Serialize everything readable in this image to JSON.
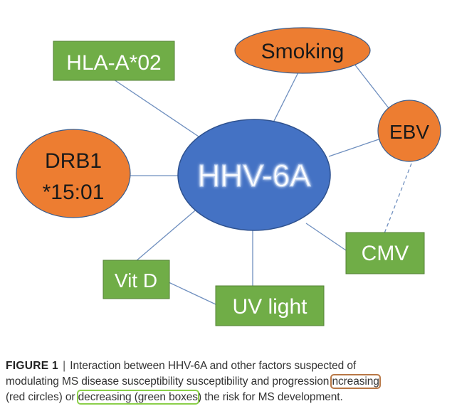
{
  "diagram": {
    "center": {
      "label": "HHV-6A"
    },
    "nodes": [
      {
        "id": "hla",
        "label": "HLA-A*02",
        "shape": "box",
        "group": "decreasing"
      },
      {
        "id": "smoking",
        "label": "Smoking",
        "shape": "ellipse",
        "group": "increasing"
      },
      {
        "id": "ebv",
        "label": "EBV",
        "shape": "circle",
        "group": "increasing"
      },
      {
        "id": "drb1",
        "label_line1": "DRB1",
        "label_line2": "*15:01",
        "shape": "ellipse",
        "group": "increasing"
      },
      {
        "id": "cmv",
        "label": "CMV",
        "shape": "box",
        "group": "decreasing"
      },
      {
        "id": "vitd",
        "label": "Vit D",
        "shape": "box",
        "group": "decreasing"
      },
      {
        "id": "uv",
        "label": "UV light",
        "shape": "box",
        "group": "decreasing"
      }
    ],
    "colors": {
      "increasing": "#ed7d31",
      "decreasing": "#70ad47",
      "center": "#4472c4",
      "center_glow": "#bcd0f0",
      "connector": "#6f8fbf",
      "outline": "#3b5e8e"
    }
  },
  "caption": {
    "figure_label": "FIGURE 1",
    "separator": "|",
    "line1_rest": "Interaction between HHV-6A and other factors suspected of",
    "line2_text": "modulating MS disease susceptibility susceptibility and progression ",
    "line2_highlight": "ncreasing",
    "line3_pre": "(red circles) or ",
    "line3_highlight": "decreasing (green boxes",
    "line3_post": ") the risk for MS development."
  }
}
